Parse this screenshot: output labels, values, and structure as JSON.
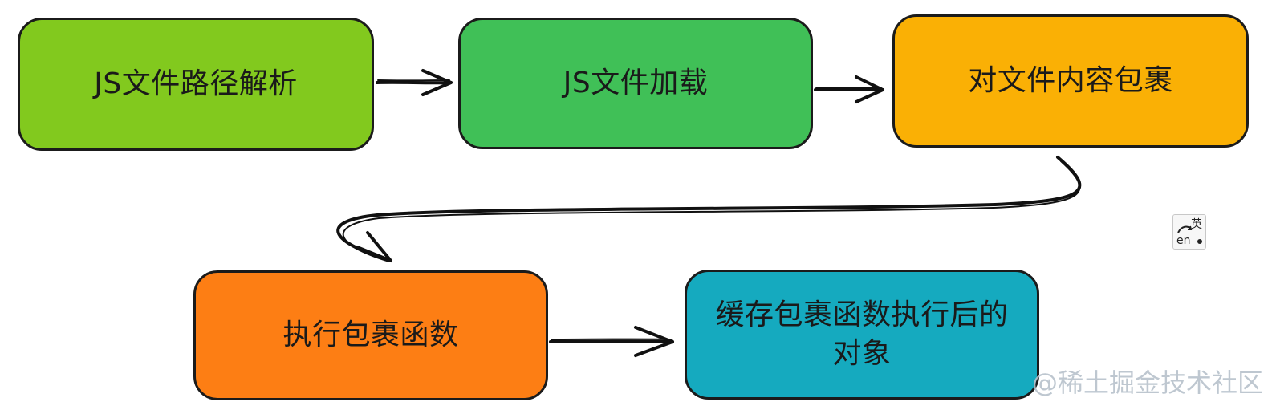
{
  "nodes": {
    "n1": {
      "label": "JS文件路径解析",
      "color": "#82c91e"
    },
    "n2": {
      "label": "JS文件加载",
      "color": "#40c057"
    },
    "n3": {
      "label": "对文件内容包裹",
      "color": "#fab005"
    },
    "n4": {
      "label": "执行包裹函数",
      "color": "#fd7e14"
    },
    "n5": {
      "label": "缓存包裹函数执行后的对象",
      "color": "#15aabf"
    }
  },
  "edges": [
    {
      "from": "n1",
      "to": "n2"
    },
    {
      "from": "n2",
      "to": "n3"
    },
    {
      "from": "n3",
      "to": "n4"
    },
    {
      "from": "n4",
      "to": "n5"
    }
  ],
  "ime": {
    "top_label": "英",
    "bottom_label": "en",
    "icon": "ime-toggle-icon"
  },
  "watermark": "@稀土掘金技术社区"
}
